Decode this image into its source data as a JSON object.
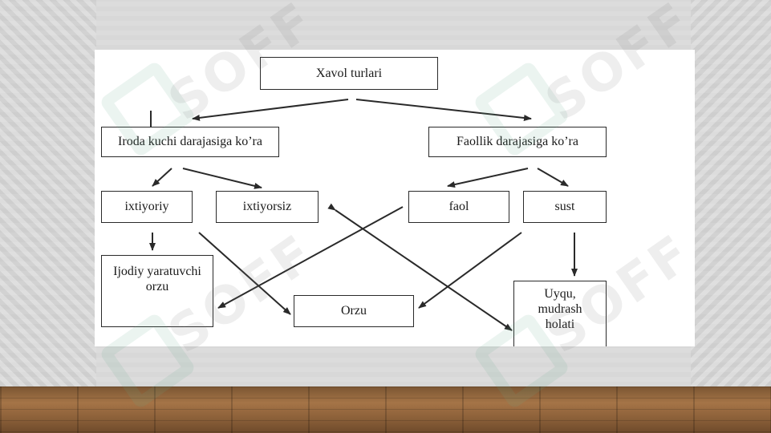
{
  "diagram": {
    "root": "Xavol turlari",
    "left_category": "Iroda kuchi darajasiga ko’ra",
    "right_category": "Faollik darajasiga ko’ra",
    "left_children": [
      "ixtiyoriy",
      "ixtiyorsiz"
    ],
    "right_children": [
      "faol",
      "sust"
    ],
    "outcomes": {
      "creative": "Ijodiy yaratuvchi orzu",
      "dream": "Orzu",
      "sleep": "Uyqu, mudrash holati"
    }
  },
  "watermark": {
    "text": "SOFF"
  }
}
